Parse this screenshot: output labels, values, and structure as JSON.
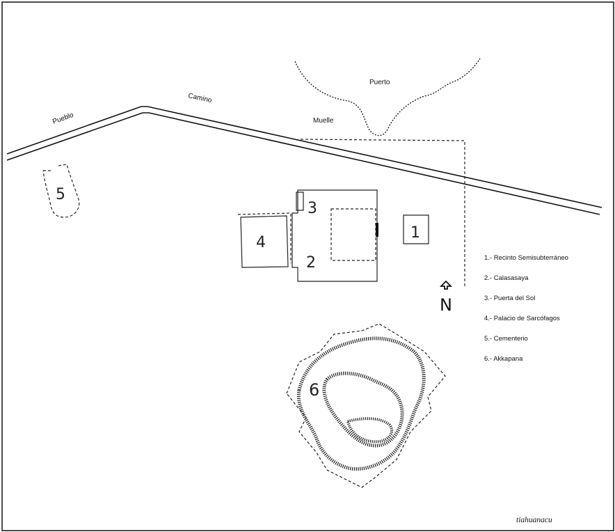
{
  "map": {
    "labels": {
      "pueblo": "Pueblo",
      "camino": "Camino",
      "muelle": "Muelle",
      "puerto": "Puerto"
    },
    "site_numbers": {
      "one": "1",
      "two": "2",
      "three": "3",
      "four": "4",
      "five": "5",
      "six": "6"
    },
    "north_label": "N",
    "legend": [
      "1.- Recinto Semisubterráneo",
      "2.- Calasasaya",
      "3.- Puerta del Sol",
      "4.- Palacio de Sarcófagos",
      "5.- Cementerio",
      "6.- Akkapana"
    ],
    "caption": "tiahuanacu"
  }
}
